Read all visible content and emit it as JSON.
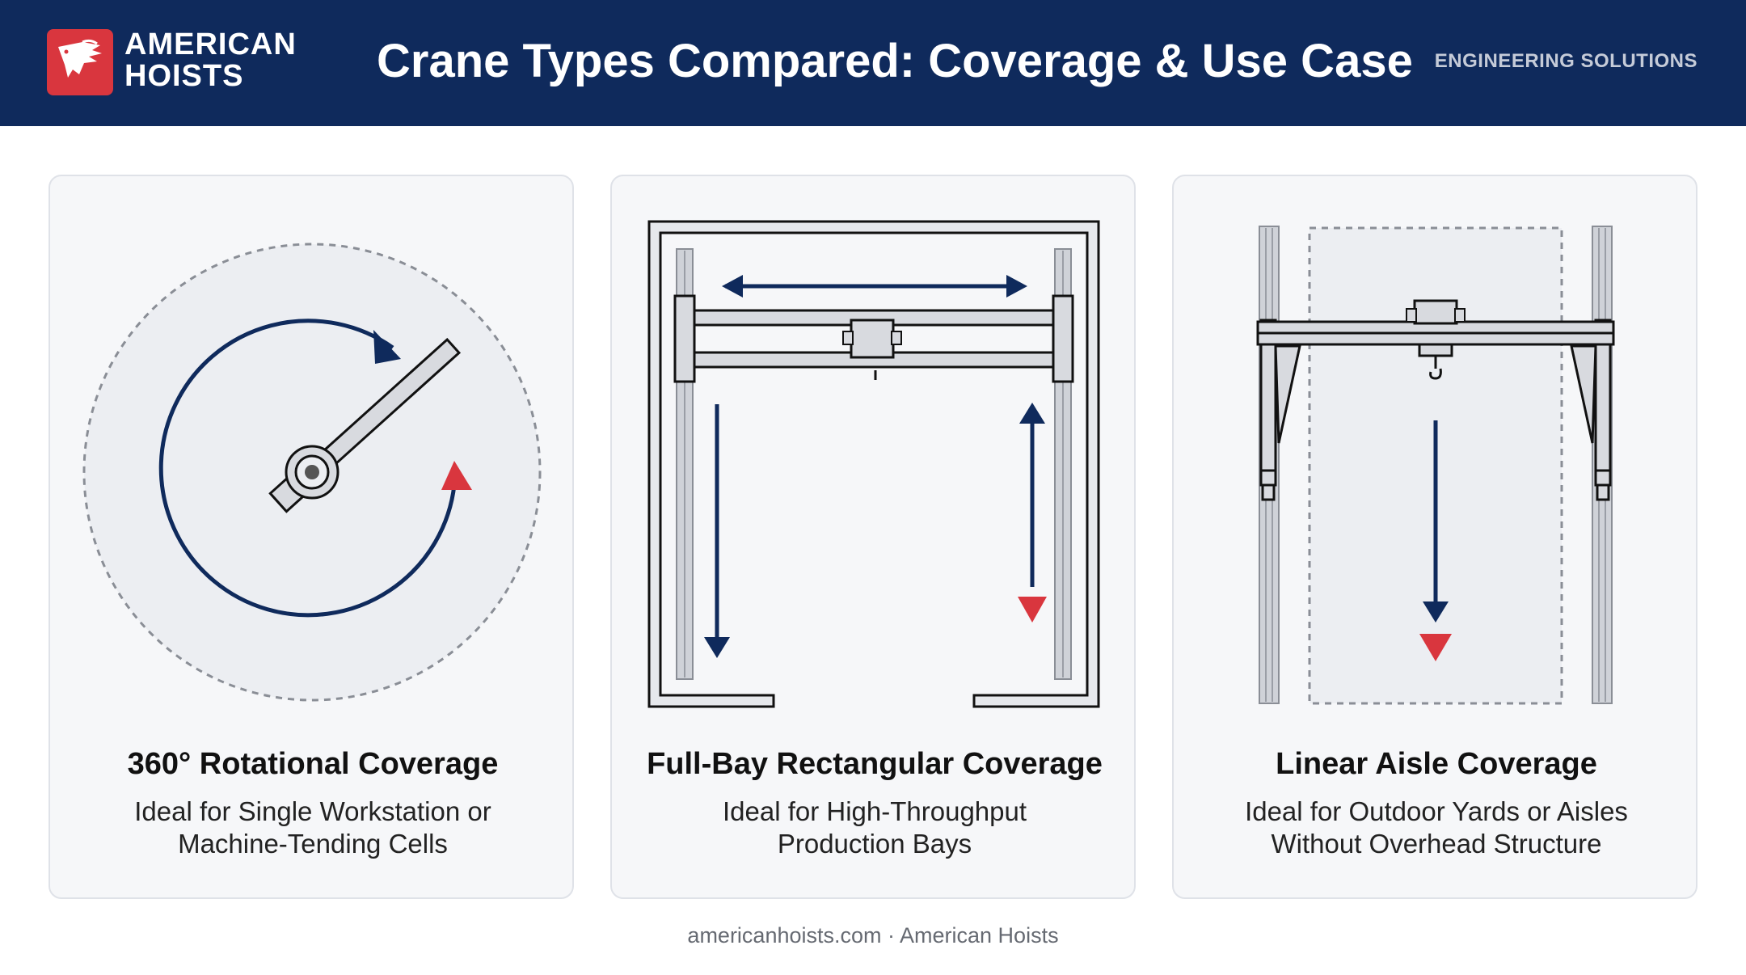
{
  "header": {
    "logo_line1": "AMERICAN",
    "logo_line2": "HOISTS",
    "title": "Crane Types Compared: Coverage & Use Case",
    "tagline": "ENGINEERING SOLUTIONS"
  },
  "cards": [
    {
      "title": "360° Rotational Coverage",
      "desc_line1": "Ideal for Single Workstation or",
      "desc_line2": "Machine-Tending Cells"
    },
    {
      "title": "Full-Bay Rectangular Coverage",
      "desc_line1": "Ideal for High-Throughput",
      "desc_line2": "Production Bays"
    },
    {
      "title": "Linear Aisle Coverage",
      "desc_line1": "Ideal for Outdoor Yards or Aisles",
      "desc_line2": "Without Overhead Structure"
    }
  ],
  "footer": "americanhoists.com · American Hoists",
  "colors": {
    "header_bg": "#0f2a5c",
    "brand_red": "#d9363e",
    "arrow_navy": "#0f2a5c",
    "arrow_red": "#d9363e",
    "card_bg": "#f6f7f9"
  },
  "icons": [
    "eagle-logo-icon",
    "jib-crane-icon",
    "bridge-crane-icon",
    "gantry-crane-icon"
  ]
}
